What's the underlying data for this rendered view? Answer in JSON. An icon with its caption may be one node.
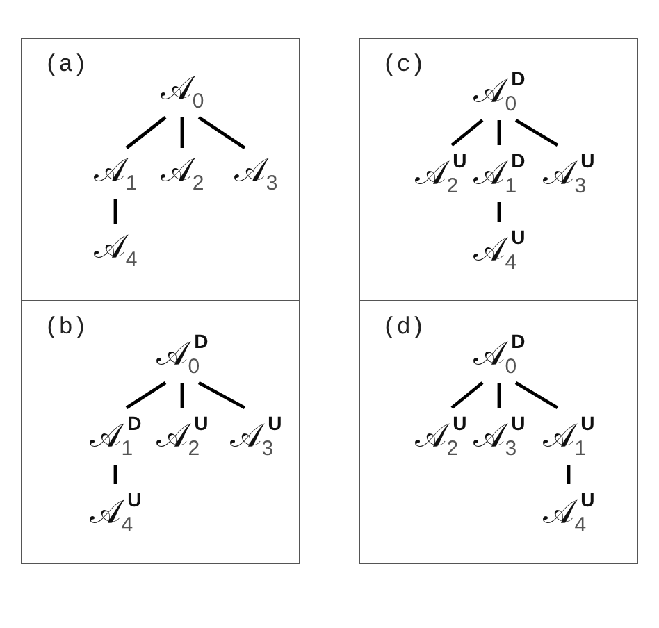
{
  "diagram": {
    "nodes": [
      {
        "text": [
          "(a)"
        ]
      },
      {
        "text": [
          "𝒜$_{0}$"
        ],
        "in": 0
      },
      {
        "text": [
          "𝒜$_{1}$"
        ],
        "in": 0
      },
      {
        "text": [
          "𝒜$_{2}$"
        ],
        "in": 0
      },
      {
        "text": [
          "𝒜$_{3}$"
        ],
        "in": 0
      },
      {
        "text": [
          "𝒜$_{4}$"
        ],
        "in": 0
      },
      {
        "text": [
          "(c)"
        ]
      },
      {
        "text": [
          "𝒜$_{0}$$^{D}$"
        ],
        "in": 6
      },
      {
        "text": [
          "𝒜$_{2}$$^{U}$"
        ],
        "in": 6
      },
      {
        "text": [
          "𝒜$_{1}$$^{D}$"
        ],
        "in": 6
      },
      {
        "text": [
          "𝒜$_{3}$$^{U}$"
        ],
        "in": 6
      },
      {
        "text": [
          "𝒜$_{4}$$^{U}$"
        ],
        "in": 6
      },
      {
        "text": [
          "(b)"
        ]
      },
      {
        "text": [
          "𝒜$_{0}$$^{D}$"
        ],
        "in": 12
      },
      {
        "text": [
          "𝒜$_{1}$$^{D}$"
        ],
        "in": 12
      },
      {
        "text": [
          "𝒜$_{2}$$^{U}$"
        ],
        "in": 12
      },
      {
        "text": [
          "𝒜$_{3}$$^{U}$"
        ],
        "in": 12
      },
      {
        "text": [
          "𝒜$_{4}$$^{U}$"
        ],
        "in": 12
      },
      {
        "text": [
          "(d)"
        ]
      },
      {
        "text": [
          "𝒜$_{0}$$^{D}$"
        ],
        "in": 18
      },
      {
        "text": [
          "𝒜$_{2}$$^{U}$"
        ],
        "in": 18
      },
      {
        "text": [
          "𝒜$_{3}$$^{U}$"
        ],
        "in": 18
      },
      {
        "text": [
          "𝒜$_{1}$$^{U}$"
        ],
        "in": 18
      },
      {
        "text": [
          "𝒜$_{4}$$^{U}$"
        ],
        "in": 18
      }
    ],
    "edges": [
      {
        "from": 1,
        "to": 2,
        "arrow": "none"
      },
      {
        "from": 1,
        "to": 3,
        "arrow": "none"
      },
      {
        "from": 1,
        "to": 4,
        "arrow": "none"
      },
      {
        "from": 2,
        "to": 5,
        "arrow": "none"
      },
      {
        "from": 7,
        "to": 8,
        "arrow": "none"
      },
      {
        "from": 7,
        "to": 9,
        "arrow": "none"
      },
      {
        "from": 7,
        "to": 10,
        "arrow": "none"
      },
      {
        "from": 9,
        "to": 11,
        "arrow": "none"
      },
      {
        "from": 13,
        "to": 14,
        "arrow": "none"
      },
      {
        "from": 13,
        "to": 15,
        "arrow": "none"
      },
      {
        "from": 13,
        "to": 16,
        "arrow": "none"
      },
      {
        "from": 14,
        "to": 17,
        "arrow": "none"
      },
      {
        "from": 19,
        "to": 20,
        "arrow": "none"
      },
      {
        "from": 19,
        "to": 21,
        "arrow": "none"
      },
      {
        "from": 19,
        "to": 22,
        "arrow": "none"
      },
      {
        "from": 22,
        "to": 23,
        "arrow": "none"
      }
    ]
  }
}
